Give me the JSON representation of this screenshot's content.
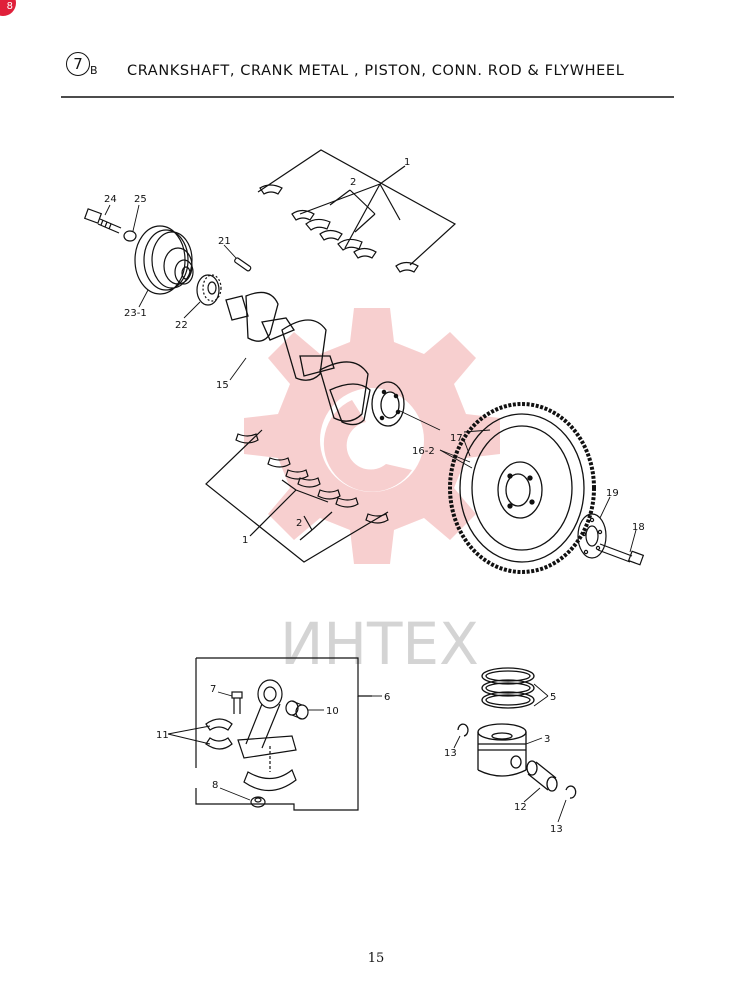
{
  "corner_badge": "8",
  "header": {
    "section_number": "7",
    "section_suffix": "B",
    "title": "CRANKSHAFT, CRANK METAL , PISTON, CONN. ROD & FLYWHEEL"
  },
  "watermark": {
    "text": "ИНТЕХ",
    "color": "#f4b8b8"
  },
  "callouts": {
    "c1_top": "1",
    "c2_top": "2",
    "c24": "24",
    "c25": "25",
    "c21": "21",
    "c23_1": "23-1",
    "c22": "22",
    "c15": "15",
    "c17": "17",
    "c16_2": "16-2",
    "c19": "19",
    "c18": "18",
    "c2_bottom": "2",
    "c1_bottom": "1",
    "c7": "7",
    "c10": "10",
    "c6": "6",
    "c11": "11",
    "c8": "8",
    "c5": "5",
    "c3": "3",
    "c13_a": "13",
    "c12": "12",
    "c13_b": "13"
  },
  "footer": {
    "page_number": "15"
  }
}
